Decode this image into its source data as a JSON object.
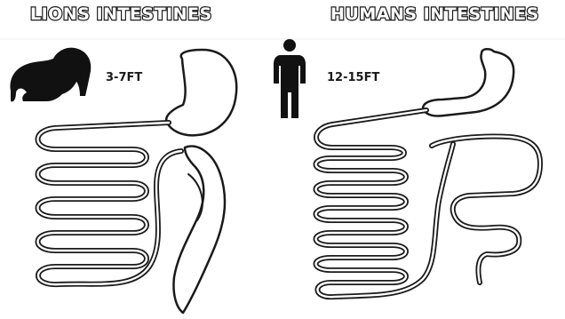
{
  "lion_panel": {
    "title": "LIONS INTESTINES",
    "length": "3-7FT",
    "icon": "lion-silhouette-icon"
  },
  "human_panel": {
    "title": "HUMANS INTESTINES",
    "length": "12-15FT",
    "icon": "human-silhouette-icon"
  },
  "colors": {
    "line": "#1a1a1a",
    "background": "#ffffff"
  }
}
